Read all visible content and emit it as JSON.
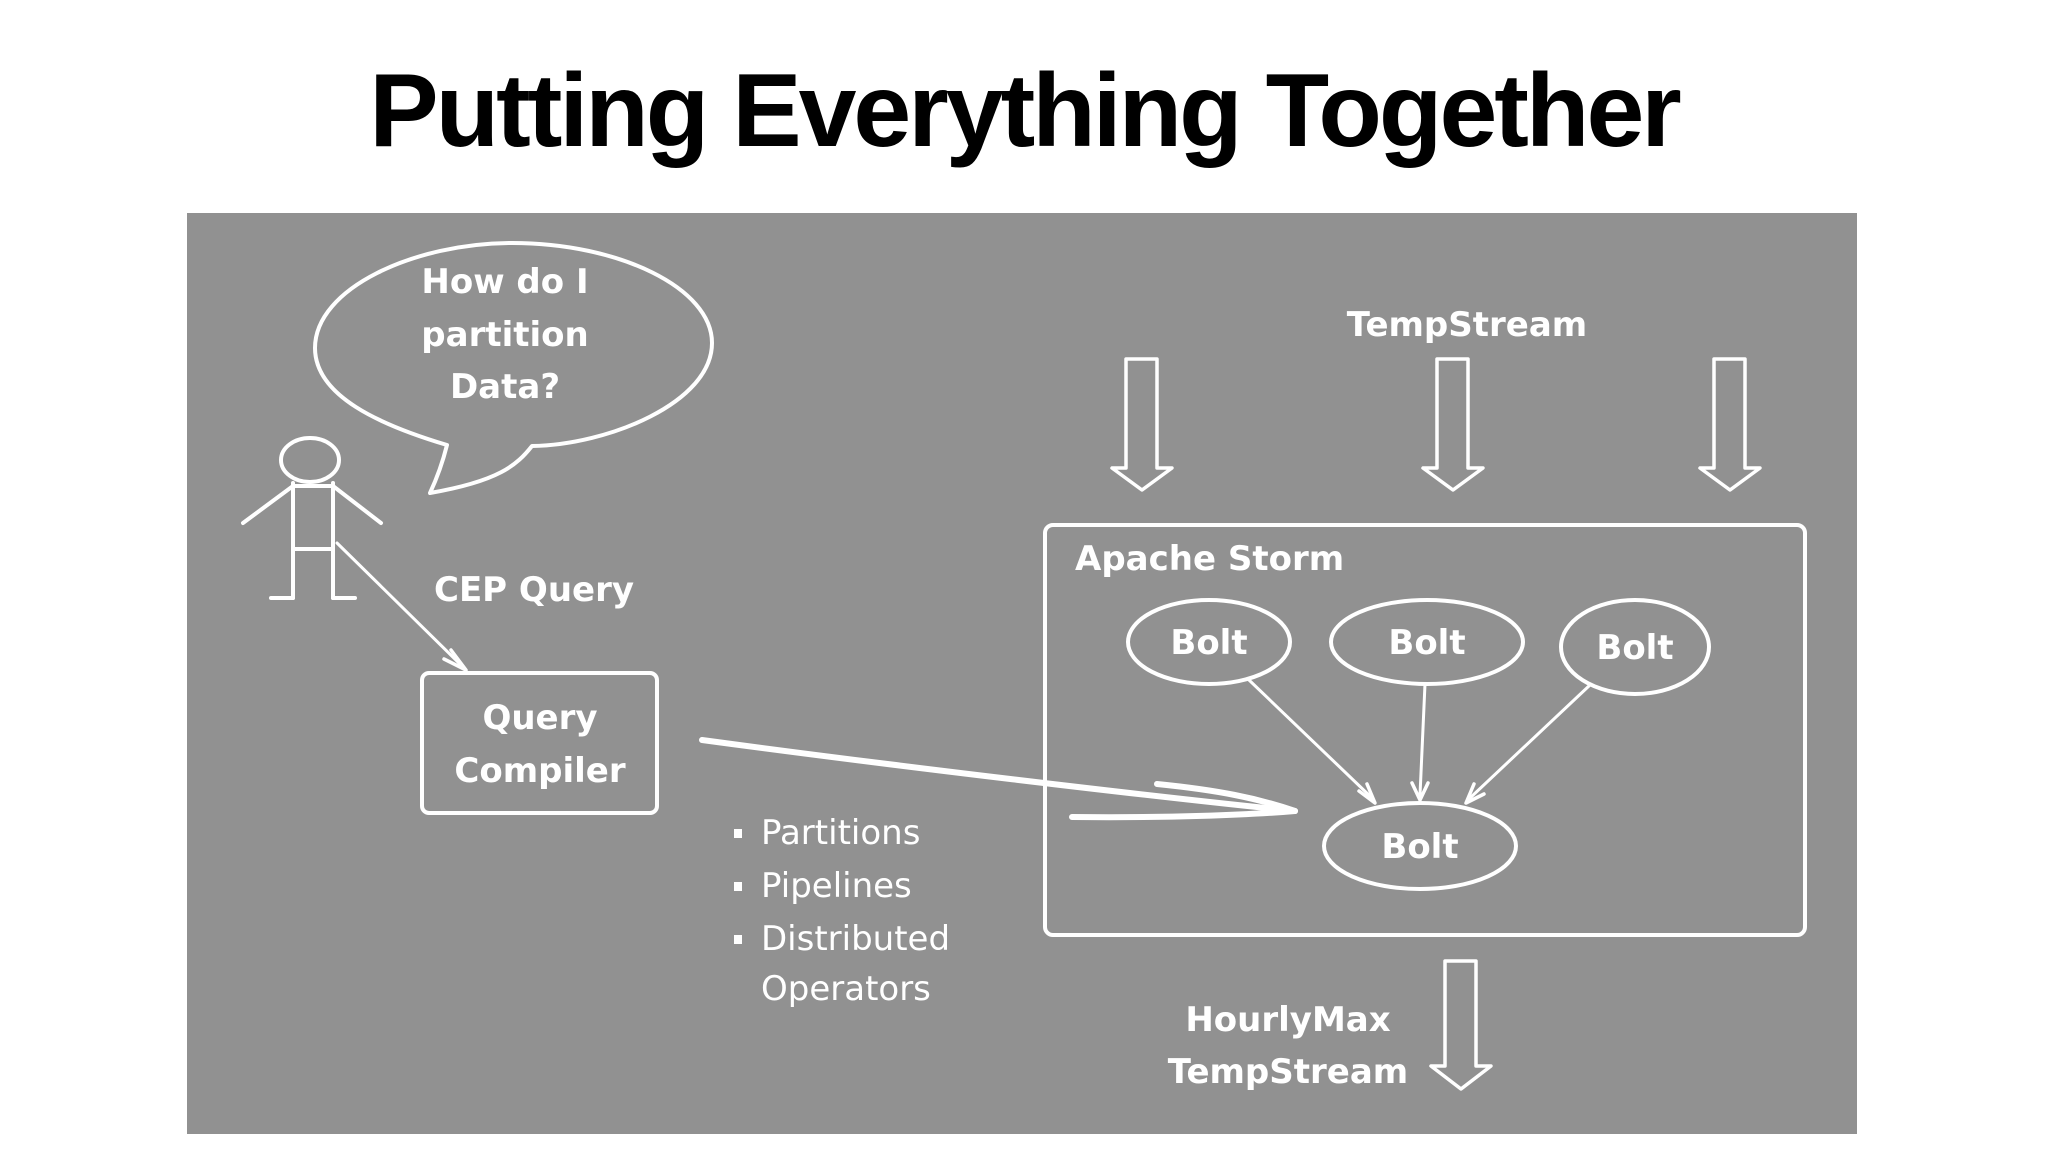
{
  "slide": {
    "title": "Putting Everything Together"
  },
  "speech_bubble": {
    "lines": [
      "How do I",
      "partition",
      "Data?"
    ]
  },
  "actor_arrow_label": "CEP Query",
  "query_compiler": {
    "lines": [
      "Query",
      "Compiler"
    ]
  },
  "features": {
    "items": [
      "Partitions",
      "Pipelines",
      "Distributed"
    ],
    "continuation": "Operators"
  },
  "input_stream_label": "TempStream",
  "storm": {
    "title": "Apache Storm",
    "upstream_bolts": [
      "Bolt",
      "Bolt",
      "Bolt"
    ],
    "downstream_bolt": "Bolt"
  },
  "output_stream": {
    "lines": [
      "HourlyMax",
      "TempStream"
    ]
  },
  "colors": {
    "panel": "#919191",
    "stroke": "#ffffff",
    "title": "#000000"
  }
}
